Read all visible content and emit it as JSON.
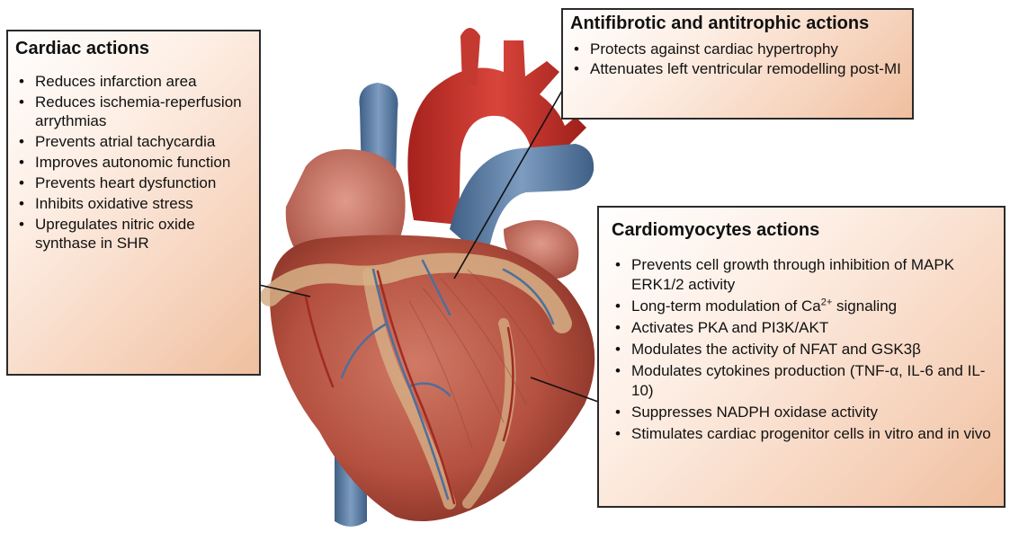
{
  "cardiac": {
    "title": "Cardiac actions",
    "items": [
      "Reduces infarction area",
      "Reduces ischemia-reperfusion arrythmias",
      "Prevents atrial tachycardia",
      "Improves autonomic function",
      "Prevents heart dysfunction",
      "Inhibits oxidative stress",
      "Upregulates nitric oxide synthase in SHR"
    ]
  },
  "antifibrotic": {
    "title": "Antifibrotic and antitrophic actions",
    "items": [
      "Protects against cardiac hypertrophy",
      "Attenuates left ventricular remodelling post-MI"
    ]
  },
  "cardiomyocytes": {
    "title": "Cardiomyocytes actions",
    "items": [
      "Prevents cell growth through inhibition of MAPK ERK1/2 activity",
      {
        "before": "Long-term modulation of Ca",
        "sup": "2+",
        "after": " signaling"
      },
      "Activates PKA and PI3K/AKT",
      "Modulates the activity of NFAT and GSK3β",
      "Modulates cytokines production (TNF-α, IL-6 and IL-10)",
      "Suppresses NADPH oxidase activity",
      "Stimulates cardiac progenitor cells in vitro and in vivo"
    ]
  },
  "colors": {
    "box_border": "#2a2a2a",
    "box_fill_light": "#fdeee4",
    "box_fill_dark": "#efbf9f",
    "aorta": "#c8362f",
    "vein": "#5d7fa6",
    "myocardium": "#b8584a",
    "fat": "#d9b48a"
  }
}
